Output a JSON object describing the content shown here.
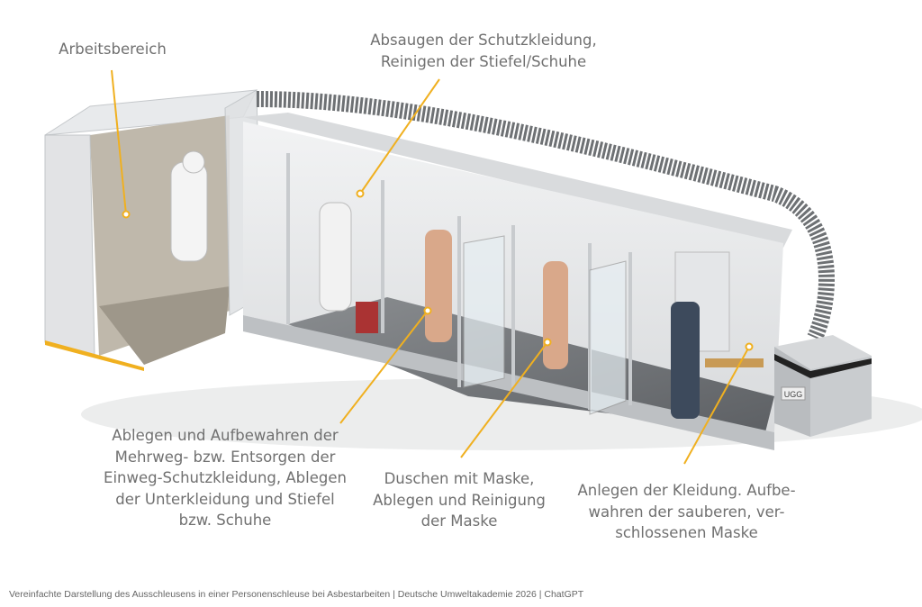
{
  "labels": {
    "work_area": "Arbeitsbereich",
    "vacuum": "Absaugen der Schutzkleidung,\nReinigen der Stiefel/Schuhe",
    "undress": "Ablegen und Aufbewahren der\nMehrweg- bzw. Entsorgen der\nEinweg-Schutzkleidung, Ablegen\nder Unterkleidung und Stiefel\nbzw. Schuhe",
    "shower": "Duschen mit Maske,\nAblegen und Reinigung\nder Maske",
    "dress": "Anlegen der Kleidung. Aufbe-\nwahren der sauberen, ver-\nschlossenen Maske"
  },
  "unit_badge": "UGG",
  "caption": "Vereinfachte Darstellung des Ausschleusens in einer Personenschleuse bei Asbestarbeiten | Deutsche Umweltakademie 2026 | ChatGPT",
  "colors": {
    "leader_line": "#f0b020",
    "label_text": "#707070"
  }
}
